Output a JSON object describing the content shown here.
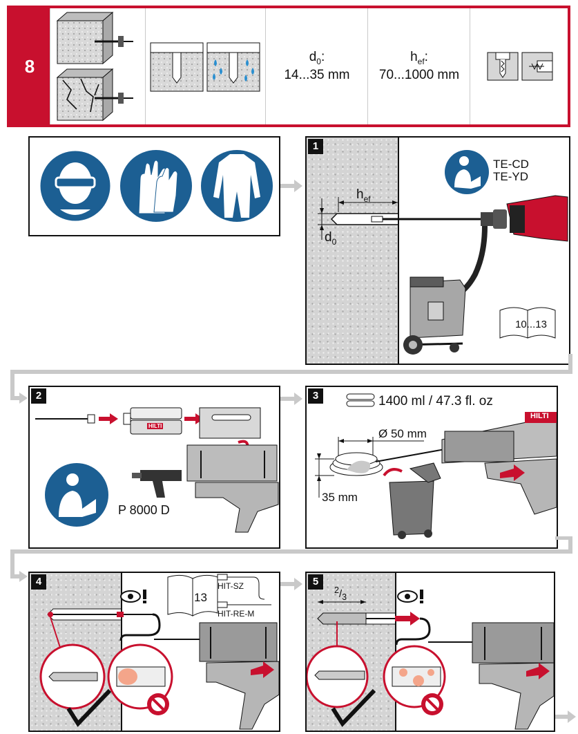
{
  "header": {
    "step": "8",
    "d0_label": "d",
    "d0_sub": "0",
    "d0_suffix": ":",
    "d0_value": "14...35 mm",
    "hef_label": "h",
    "hef_sub": "ef",
    "hef_suffix": ":",
    "hef_value": "70...1000 mm"
  },
  "step1": {
    "number": "1",
    "tool_line1": "TE-CD",
    "tool_line2": "TE-YD",
    "hef_label": "h",
    "hef_sub": "ef",
    "d0_label": "d",
    "d0_sub": "0",
    "page_ref": "10...13"
  },
  "step2": {
    "number": "2",
    "dispenser": "P 8000 D",
    "cartridge_brand": "HILTI"
  },
  "step3": {
    "number": "3",
    "volume": "1400 ml / 47.3 fl. oz",
    "diameter": "Ø 50 mm",
    "height": "35 mm",
    "brand": "HILTI"
  },
  "step4": {
    "number": "4",
    "page_ref": "13",
    "item1": "HIT-SZ",
    "item2": "HIT-RE-M"
  },
  "step5": {
    "number": "5",
    "fraction_num": "2",
    "fraction_den": "3"
  },
  "colors": {
    "brand_red": "#c8102e",
    "safety_blue": "#1c5f93",
    "concrete": "#d4d4d4"
  }
}
